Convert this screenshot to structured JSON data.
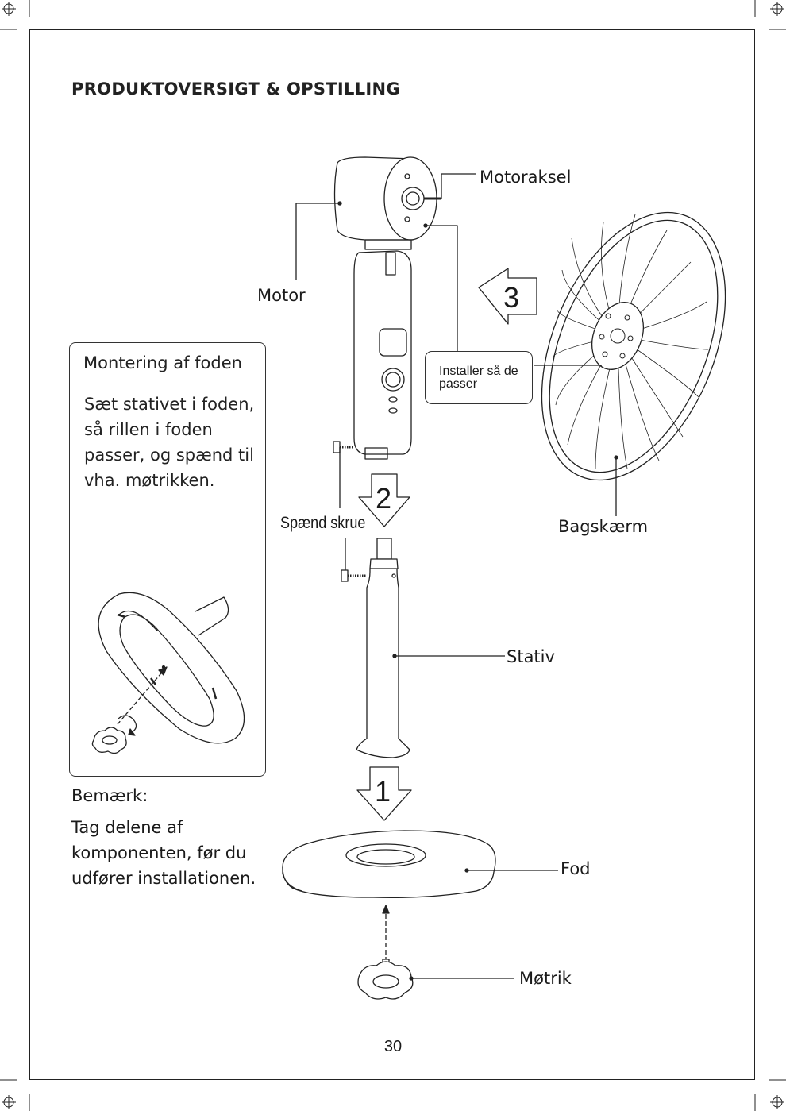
{
  "page": {
    "title": "PRODUKTOVERSIGT & OPSTILLING",
    "page_number": "30"
  },
  "foot_box": {
    "title": "Montering af foden",
    "text": "Sæt stativet i foden, så rillen i foden passer, og spænd til vha. møtrikken."
  },
  "note": {
    "label": "Bemærk:",
    "text": "Tag delene af komponenten, før du udfører installationen."
  },
  "labels": {
    "motor_shaft": "Motoraksel",
    "motor": "Motor",
    "install_fit": "Installer så de passer",
    "rear_guard": "Bagskærm",
    "tighten_screw": "Spænd skrue",
    "stand": "Stativ",
    "base": "Fod",
    "nut": "Møtrik"
  },
  "steps": {
    "step1": "1",
    "step2": "2",
    "step3": "3"
  }
}
